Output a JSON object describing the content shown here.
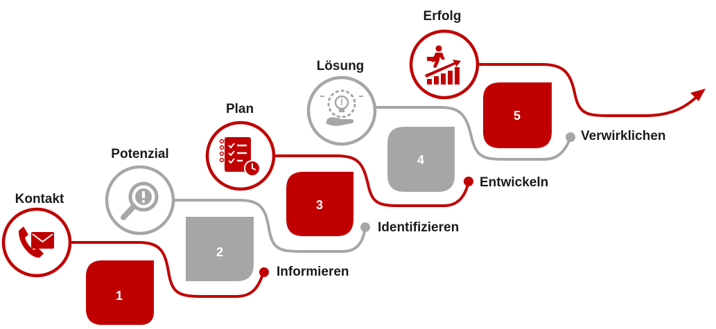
{
  "colors": {
    "red": "#c00000",
    "gray": "#a6a6a6",
    "text": "#1a1a1a",
    "white": "#ffffff"
  },
  "steps": [
    {
      "number": "1",
      "title": "Kontakt",
      "action": "Informieren",
      "icon": "phone-mail-icon",
      "color": "red"
    },
    {
      "number": "2",
      "title": "Potenzial",
      "action": "Identifizieren",
      "icon": "magnifier-alert-icon",
      "color": "gray"
    },
    {
      "number": "3",
      "title": "Plan",
      "action": "Entwickeln",
      "icon": "checklist-clock-icon",
      "color": "red"
    },
    {
      "number": "4",
      "title": "Lösung",
      "action": "Verwirklichen",
      "icon": "lightbulb-gear-icon",
      "color": "gray"
    },
    {
      "number": "5",
      "title": "Erfolg",
      "action": "",
      "icon": "success-growth-icon",
      "color": "red"
    }
  ]
}
